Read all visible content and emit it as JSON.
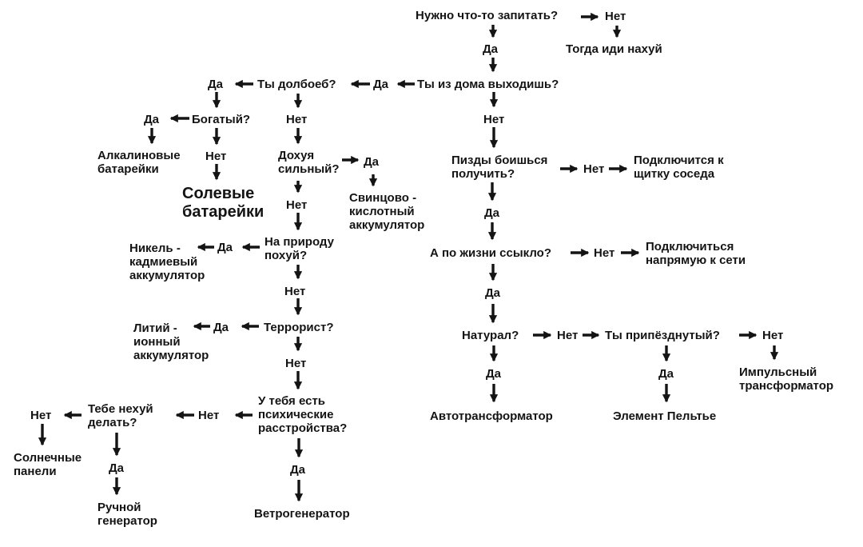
{
  "diagram": {
    "type": "flowchart",
    "language": "ru",
    "topic": "Выбор источника питания (шуточная блок-схема)",
    "colors": {
      "background": "#ffffff",
      "text": "#141414",
      "arrow": "#141414"
    }
  },
  "nodes": {
    "q_power": "Нужно что-то запитать?",
    "no_power": "Нет",
    "go_away": "Тогда иди нахуй",
    "yes_power": "Да",
    "q_leave_home": "Ты из дома выходишь?",
    "yes_leave": "Да",
    "q_dolboeb": "Ты долбоеб?",
    "yes_dolboeb": "Да",
    "q_rich": "Богатый?",
    "yes_rich": "Да",
    "alkaline": "Алкалиновые батарейки",
    "no_rich": "Нет",
    "salt": "Солевые батарейки",
    "no_dolboeb": "Нет",
    "q_strong": "Дохуя сильный?",
    "yes_strong": "Да",
    "lead_acid": "Свинцово - кислотный аккумулятор",
    "no_strong": "Нет",
    "q_nature": "На природу похуй?",
    "yes_nature": "Да",
    "nicd": "Никель - кадмиевый аккумулятор",
    "no_nature": "Нет",
    "q_terrorist": "Террорист?",
    "yes_terrorist": "Да",
    "li_ion": "Литий - ионный аккумулятор",
    "no_terrorist": "Нет",
    "q_psycho": "У тебя есть психические расстройства?",
    "no_psycho": "Нет",
    "q_bored": "Тебе нехуй делать?",
    "no_bored": "Нет",
    "solar": "Солнечные панели",
    "yes_bored": "Да",
    "hand_gen": "Ручной генератор",
    "yes_psycho": "Да",
    "wind_gen": "Ветрогенератор",
    "no_leave": "Нет",
    "q_beaten": "Пизды боишься получить?",
    "no_beaten": "Нет",
    "neighbor": "Подключится к щитку соседа",
    "yes_beaten": "Да",
    "q_coward": "А по жизни ссыкло?",
    "no_coward": "Нет",
    "direct_grid": "Подключиться напрямую к сети",
    "yes_coward": "Да",
    "q_natural": "Натурал?",
    "no_natural": "Нет",
    "q_weird": "Ты припёзднутый?",
    "no_weird": "Нет",
    "impulse": "Импульсный трансформатор",
    "yes_natural": "Да",
    "autotrans": "Автотрансформатор",
    "yes_weird": "Да",
    "peltier": "Элемент Пельтье"
  },
  "edges": [
    {
      "from": "q_power",
      "answer": "Нет",
      "to": "go_away"
    },
    {
      "from": "q_power",
      "answer": "Да",
      "to": "q_leave_home"
    },
    {
      "from": "q_leave_home",
      "answer": "Да",
      "to": "q_dolboeb"
    },
    {
      "from": "q_leave_home",
      "answer": "Нет",
      "to": "q_beaten"
    },
    {
      "from": "q_dolboeb",
      "answer": "Да",
      "to": "q_rich"
    },
    {
      "from": "q_dolboeb",
      "answer": "Нет",
      "to": "q_strong"
    },
    {
      "from": "q_rich",
      "answer": "Да",
      "to": "alkaline"
    },
    {
      "from": "q_rich",
      "answer": "Нет",
      "to": "salt"
    },
    {
      "from": "q_strong",
      "answer": "Да",
      "to": "lead_acid"
    },
    {
      "from": "q_strong",
      "answer": "Нет",
      "to": "q_nature"
    },
    {
      "from": "q_nature",
      "answer": "Да",
      "to": "nicd"
    },
    {
      "from": "q_nature",
      "answer": "Нет",
      "to": "q_terrorist"
    },
    {
      "from": "q_terrorist",
      "answer": "Да",
      "to": "li_ion"
    },
    {
      "from": "q_terrorist",
      "answer": "Нет",
      "to": "q_psycho"
    },
    {
      "from": "q_psycho",
      "answer": "Нет",
      "to": "q_bored"
    },
    {
      "from": "q_psycho",
      "answer": "Да",
      "to": "wind_gen"
    },
    {
      "from": "q_bored",
      "answer": "Нет",
      "to": "solar"
    },
    {
      "from": "q_bored",
      "answer": "Да",
      "to": "hand_gen"
    },
    {
      "from": "q_beaten",
      "answer": "Нет",
      "to": "neighbor"
    },
    {
      "from": "q_beaten",
      "answer": "Да",
      "to": "q_coward"
    },
    {
      "from": "q_coward",
      "answer": "Нет",
      "to": "direct_grid"
    },
    {
      "from": "q_coward",
      "answer": "Да",
      "to": "q_natural"
    },
    {
      "from": "q_natural",
      "answer": "Нет",
      "to": "q_weird"
    },
    {
      "from": "q_natural",
      "answer": "Да",
      "to": "autotrans"
    },
    {
      "from": "q_weird",
      "answer": "Да",
      "to": "peltier"
    },
    {
      "from": "q_weird",
      "answer": "Нет",
      "to": "impulse"
    }
  ]
}
